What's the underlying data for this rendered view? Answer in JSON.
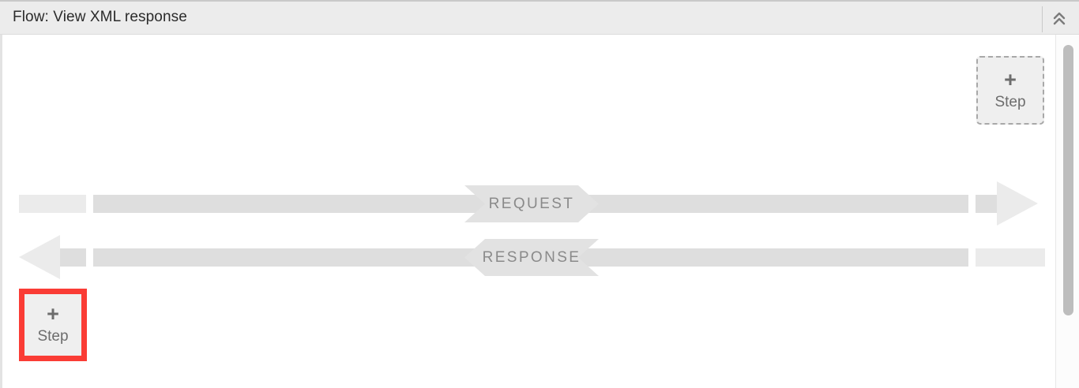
{
  "header": {
    "title": "Flow: View XML response",
    "collapse_icon": "chevron-double-up-icon"
  },
  "flow": {
    "request": {
      "label": "REQUEST",
      "direction": "right"
    },
    "response": {
      "label": "RESPONSE",
      "direction": "left"
    }
  },
  "steps": {
    "add_top": {
      "plus": "+",
      "label": "Step"
    },
    "selected_bottom": {
      "plus": "+",
      "label": "Step"
    }
  },
  "colors": {
    "header_bg": "#ececec",
    "bar_light": "#ebebeb",
    "bar_dark": "#dedede",
    "banner_bg": "#e2e2e2",
    "banner_text": "#8a8a8a",
    "selection_red": "#fa3c35",
    "step_text": "#6d6d6d",
    "scroll_thumb": "#bdbdbd"
  }
}
